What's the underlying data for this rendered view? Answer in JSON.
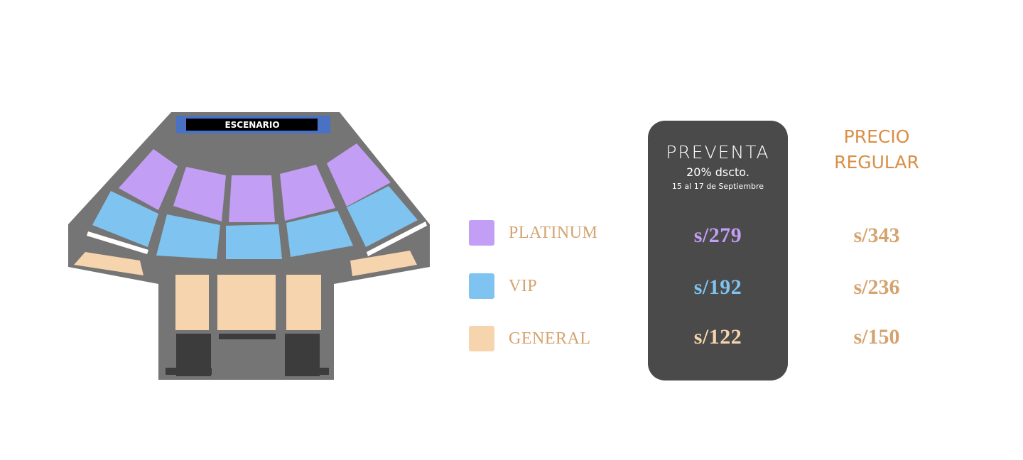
{
  "map": {
    "stage_label": "ESCENARIO"
  },
  "legend": [
    {
      "label": "PLATINUM",
      "color": "#c39ef5"
    },
    {
      "label": "VIP",
      "color": "#7fc4f1"
    },
    {
      "label": "GENERAL",
      "color": "#f6d4ad"
    }
  ],
  "presale": {
    "title": "PREVENTA",
    "discount": "20% dscto.",
    "dates": "15 al 17 de Septiembre",
    "prices": [
      "s/279",
      "s/192",
      "s/122"
    ]
  },
  "regular": {
    "title_line1": "PRECIO",
    "title_line2": "REGULAR",
    "prices": [
      "s/343",
      "s/236",
      "s/150"
    ]
  },
  "colors": {
    "accent": "#d88f45",
    "label": "#d4a36f",
    "panel": "#4a4a4a",
    "venue": "#757575",
    "stage": "#4a72c4"
  }
}
